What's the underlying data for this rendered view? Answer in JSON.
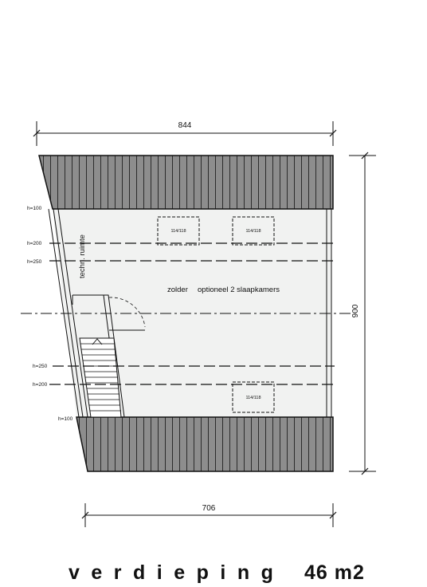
{
  "plan": {
    "dimension_top": "844",
    "dimension_bottom": "706",
    "dimension_right": "900",
    "room_label": "zolder",
    "room_note": "optioneel 2 slaapkamers",
    "technical_room_label": "techn. ruimte",
    "height_marks": {
      "top_100": "h=100",
      "top_200": "h=200",
      "top_250": "h=250",
      "bottom_250": "h=250",
      "bottom_200": "h=200",
      "bottom_100": "h=100"
    },
    "windows": [
      "114/118",
      "114/118",
      "114/118"
    ]
  },
  "caption": {
    "level_name": "verdieping",
    "area": "46 m2"
  }
}
